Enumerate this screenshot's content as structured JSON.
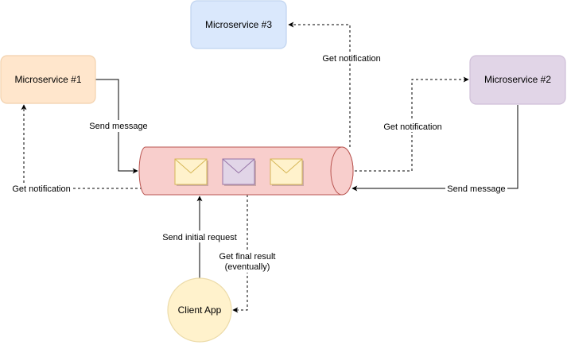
{
  "nodes": {
    "ms1": {
      "label": "Microservice #1",
      "fill": "#ffe6cc",
      "stroke": "#f2d1ad"
    },
    "ms2": {
      "label": "Microservice #2",
      "fill": "#e1d5e7",
      "stroke": "#cfbfd8"
    },
    "ms3": {
      "label": "Microservice #3",
      "fill": "#dae8fc",
      "stroke": "#bfd3ef"
    },
    "client": {
      "label": "Client App",
      "fill": "#fff2cc",
      "stroke": "#ecdba9"
    },
    "queue": {
      "fill": "#f8cecc",
      "stroke": "#b85450"
    }
  },
  "envelopes": [
    {
      "name": "envelope-icon-yellow",
      "fill": "#fff2cc",
      "stroke": "#d6b656"
    },
    {
      "name": "envelope-icon-purple",
      "fill": "#e1d5e7",
      "stroke": "#9673a6"
    },
    {
      "name": "envelope-icon-yellow",
      "fill": "#fff2cc",
      "stroke": "#d6b656"
    }
  ],
  "edges": {
    "send_message_1": "Send message",
    "get_notification_1": "Get notification",
    "get_notification_3": "Get notification",
    "get_notification_2": "Get notification",
    "send_message_2": "Send message",
    "send_initial_request": "Send initial request",
    "get_final_result_line1": "Get final result",
    "get_final_result_line2": "(eventually)"
  }
}
